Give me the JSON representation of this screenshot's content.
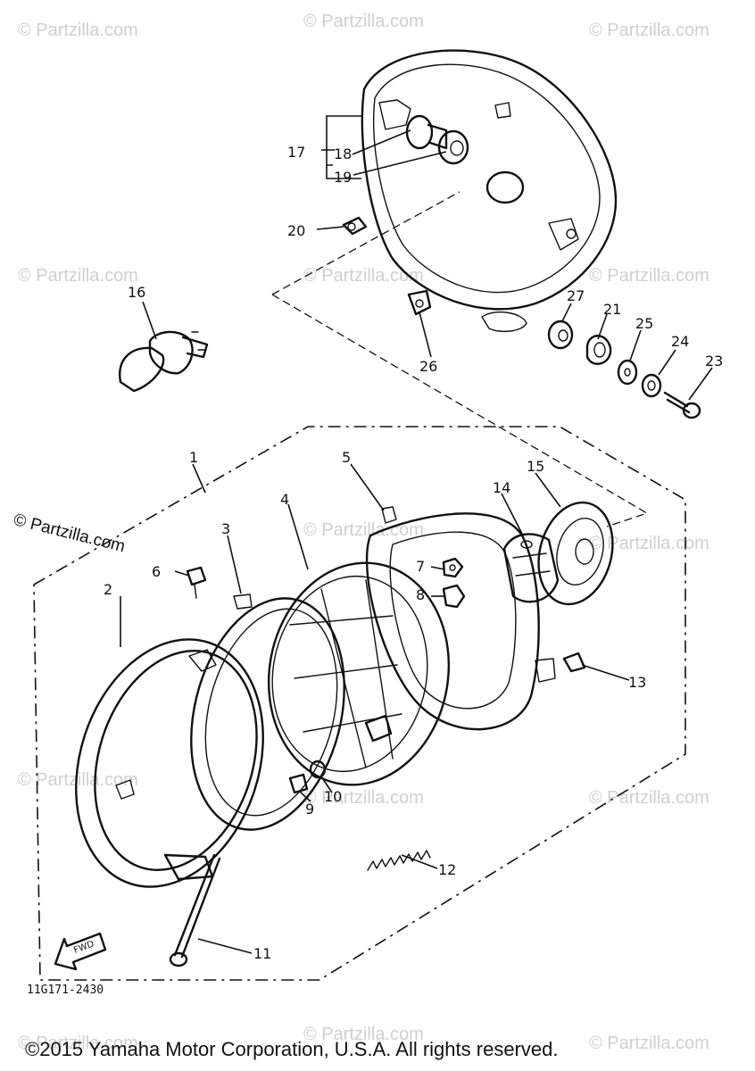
{
  "watermark": "© Partzilla.com",
  "corner_mark": "© Partzilla.com",
  "drawing_number": "11G171-2430",
  "copyright": "©2015 Yamaha Motor Corporation, U.S.A. All rights reserved.",
  "fwd_label": "FWD",
  "callouts": {
    "c1": "1",
    "c2": "2",
    "c3": "3",
    "c4": "4",
    "c5": "5",
    "c6": "6",
    "c7": "7",
    "c8": "8",
    "c9": "9",
    "c10": "10",
    "c11": "11",
    "c12": "12",
    "c13": "13",
    "c14": "14",
    "c15": "15",
    "c16": "16",
    "c17": "17",
    "c18": "18",
    "c19": "19",
    "c20": "20",
    "c21": "21",
    "c23": "23",
    "c24": "24",
    "c25": "25",
    "c26": "26",
    "c27": "27"
  }
}
